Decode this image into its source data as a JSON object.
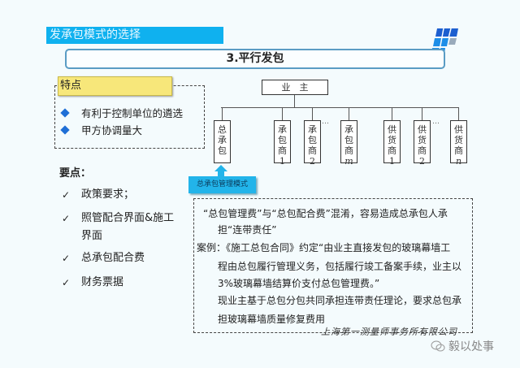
{
  "title": "发承包模式的选择",
  "heading": "3.平行发包",
  "features": {
    "label": "特点",
    "items": [
      "有利于控制单位的遴选",
      "甲方协调量大"
    ]
  },
  "key_points": {
    "title": "要点：",
    "check_glyph": "✓",
    "items": [
      "政策要求；",
      "照管配合界面&施工",
      "界面",
      "总承包配合费",
      "财务票据"
    ]
  },
  "diagram": {
    "owner": "业　主",
    "nodes": [
      {
        "lines": [
          "总",
          "承",
          "包"
        ]
      },
      {
        "lines": [
          "承",
          "包",
          "商",
          "1"
        ]
      },
      {
        "lines": [
          "承",
          "包",
          "商",
          "2"
        ]
      },
      {
        "lines": [
          "承",
          "包",
          "商",
          "m"
        ]
      },
      {
        "lines": [
          "供",
          "货",
          "商",
          "1"
        ]
      },
      {
        "lines": [
          "供",
          "货",
          "商",
          "2"
        ]
      },
      {
        "lines": [
          "供",
          "货",
          "商",
          "n"
        ]
      }
    ],
    "ellipsis": "…",
    "mode_button": "总承包管理模式"
  },
  "case_text": {
    "lines": [
      "“总包管理费”与“总包配合费”混淆，容易造成总承包人承",
      "担“连带责任”",
      "案例：《施工总包合同》约定“由业主直接发包的玻璃幕墙工",
      "程由总包履行管理义务，包括履行竣工备案手续，业主以",
      "3%玻璃幕墙结算价支付总包管理费。”",
      "现业主基于总包分包共同承担连带责任理论，要求总包承",
      "担玻璃幕墙质量修复费用"
    ],
    "signature": "上海第一测量师事务所有限公司"
  },
  "watermark": "毅以处事",
  "colors": {
    "title_bar": "#0fb1ef",
    "label_yellow": "#f7e77a",
    "bullet_blue": "#1f6fd6"
  }
}
